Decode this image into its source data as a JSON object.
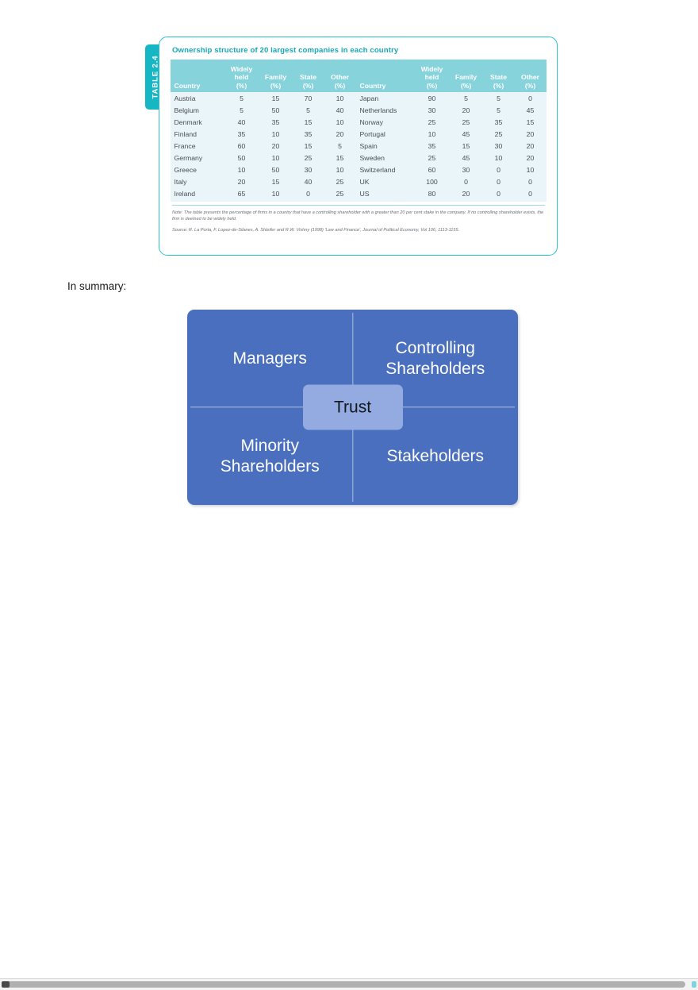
{
  "document": {
    "in_summary_label": "In summary:"
  },
  "table_figure": {
    "tab_label": "TABLE 2.4",
    "title": "Ownership structure of 20 largest companies in each country",
    "note_label": "Note:",
    "note_text": "Note: The table presents the percentage of firms in a country that have a controlling shareholder with a greater than 20 per cent stake in the company. If no controlling shareholder exists, the firm is deemed to be widely held.",
    "source_text": "Source: R. La Porta, F. Lopez-de-Silanes, A. Shleifer and R.W. Vishny (1998) 'Law and Finance', Journal of Political Economy, Vol 106, 1113-1155.",
    "colors": {
      "tab_background": "#17B6C4",
      "card_border": "#28C0CC",
      "title_text": "#17A9B8",
      "header_background": "#87D3DC",
      "body_background": "#E9F5F8"
    }
  },
  "chart_data": {
    "type": "table",
    "title": "Ownership structure of 20 largest companies in each country",
    "columns": [
      "Country",
      "Widely held (%)",
      "Family (%)",
      "State (%)",
      "Other (%)"
    ],
    "column_headers_multiline": [
      {
        "line1": "",
        "line2": "",
        "line3": "Country"
      },
      {
        "line1": "Widely",
        "line2": "held",
        "line3": "(%)"
      },
      {
        "line1": "",
        "line2": "Family",
        "line3": "(%)"
      },
      {
        "line1": "",
        "line2": "State",
        "line3": "(%)"
      },
      {
        "line1": "",
        "line2": "Other",
        "line3": "(%)"
      }
    ],
    "left_rows": [
      {
        "country": "Austria",
        "widely_held": 5,
        "family": 15,
        "state": 70,
        "other": 10
      },
      {
        "country": "Belgium",
        "widely_held": 5,
        "family": 50,
        "state": 5,
        "other": 40
      },
      {
        "country": "Denmark",
        "widely_held": 40,
        "family": 35,
        "state": 15,
        "other": 10
      },
      {
        "country": "Finland",
        "widely_held": 35,
        "family": 10,
        "state": 35,
        "other": 20
      },
      {
        "country": "France",
        "widely_held": 60,
        "family": 20,
        "state": 15,
        "other": 5
      },
      {
        "country": "Germany",
        "widely_held": 50,
        "family": 10,
        "state": 25,
        "other": 15
      },
      {
        "country": "Greece",
        "widely_held": 10,
        "family": 50,
        "state": 30,
        "other": 10
      },
      {
        "country": "Italy",
        "widely_held": 20,
        "family": 15,
        "state": 40,
        "other": 25
      },
      {
        "country": "Ireland",
        "widely_held": 65,
        "family": 10,
        "state": 0,
        "other": 25
      }
    ],
    "right_rows": [
      {
        "country": "Japan",
        "widely_held": 90,
        "family": 5,
        "state": 5,
        "other": 0
      },
      {
        "country": "Netherlands",
        "widely_held": 30,
        "family": 20,
        "state": 5,
        "other": 45
      },
      {
        "country": "Norway",
        "widely_held": 25,
        "family": 25,
        "state": 35,
        "other": 15
      },
      {
        "country": "Portugal",
        "widely_held": 10,
        "family": 45,
        "state": 25,
        "other": 20
      },
      {
        "country": "Spain",
        "widely_held": 35,
        "family": 15,
        "state": 30,
        "other": 20
      },
      {
        "country": "Sweden",
        "widely_held": 25,
        "family": 45,
        "state": 10,
        "other": 20
      },
      {
        "country": "Switzerland",
        "widely_held": 60,
        "family": 30,
        "state": 0,
        "other": 10
      },
      {
        "country": "UK",
        "widely_held": 100,
        "family": 0,
        "state": 0,
        "other": 0
      },
      {
        "country": "US",
        "widely_held": 80,
        "family": 20,
        "state": 0,
        "other": 0
      }
    ]
  },
  "diagram": {
    "quadrants": [
      {
        "id": "managers",
        "label": "Managers"
      },
      {
        "id": "controlling",
        "label": "Controlling\nShareholders"
      },
      {
        "id": "minority",
        "label": "Minority\nShareholders"
      },
      {
        "id": "stakeholders",
        "label": "Stakeholders"
      }
    ],
    "center_label": "Trust",
    "colors": {
      "quadrant_background": "#4A6FBF",
      "center_background": "#93ABE0",
      "divider": "#FFFFFF"
    }
  }
}
